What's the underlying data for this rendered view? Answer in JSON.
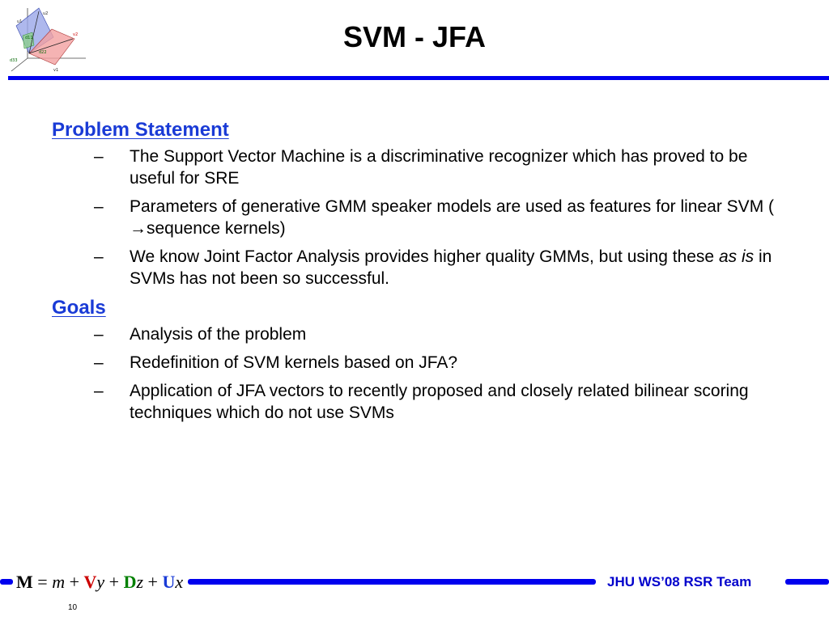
{
  "slide": {
    "title": "SVM - JFA",
    "page_number": "10"
  },
  "logo": {
    "labels": [
      "u1",
      "u2",
      "v1",
      "v2",
      "d11",
      "d22",
      "d33"
    ]
  },
  "sections": [
    {
      "heading": "Problem Statement",
      "bullets": [
        {
          "dash": "–",
          "text": "The Support Vector Machine is a discriminative recognizer which has proved to be useful for SRE"
        },
        {
          "dash": "–",
          "text_before": "Parameters of generative GMM speaker models are used as features for linear SVM ( ",
          "arrow": "→",
          "text_after": "sequence kernels)"
        },
        {
          "dash": "–",
          "text_before": "We know Joint Factor Analysis provides higher quality GMMs, but using these ",
          "emphasis": "as is",
          "text_after": " in SVMs has not been so successful."
        }
      ]
    },
    {
      "heading": "Goals",
      "bullets": [
        {
          "dash": "–",
          "text": "Analysis of the problem"
        },
        {
          "dash": "–",
          "text": "Redefinition of SVM kernels based on JFA?"
        },
        {
          "dash": "–",
          "text": "Application of JFA vectors to recently proposed and closely related bilinear scoring techniques which do not use SVMs"
        }
      ]
    }
  ],
  "footer": {
    "formula": {
      "M": "M",
      "eq": " = ",
      "m": "m",
      "plus": " + ",
      "V": "V",
      "y": "y",
      "D": "D",
      "z": "z",
      "U": "U",
      "x": "x"
    },
    "team": "JHU WS’08 RSR Team"
  },
  "colors": {
    "rule_blue": "#0000ee",
    "heading_blue": "#1a3bd6",
    "team_blue": "#0000cc",
    "formula_red": "#cc0000",
    "formula_green": "#008000"
  }
}
